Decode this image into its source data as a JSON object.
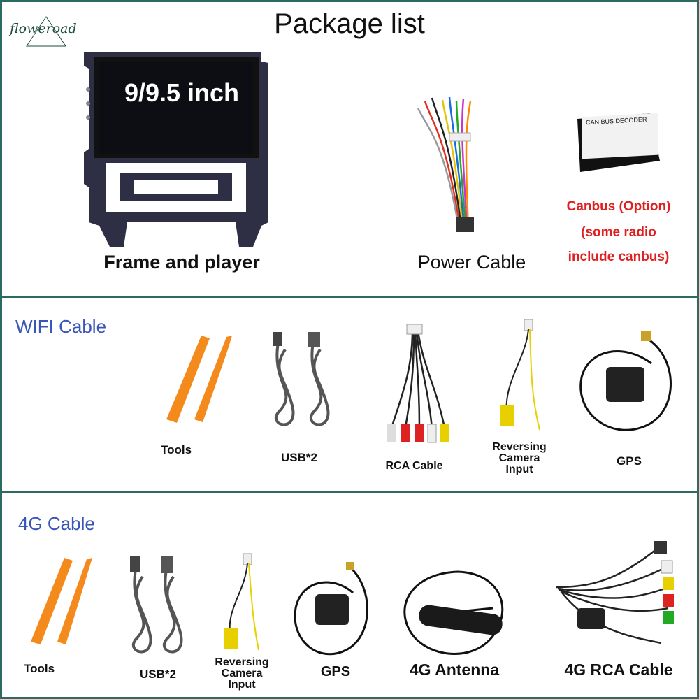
{
  "header": {
    "brand": "floweroad",
    "title": "Package list"
  },
  "top": {
    "screen_size": "9/9.5 inch",
    "frame_label": "Frame and player",
    "power_cable_label": "Power Cable",
    "decoder_text": "CAN BUS DECODER",
    "canbus_lines": [
      "Canbus (Option)",
      "(some radio",
      "include canbus)"
    ]
  },
  "wifi": {
    "title": "WIFI Cable",
    "items": [
      "Tools",
      "USB*2",
      "RCA Cable",
      "Reversing",
      "Camera",
      "Input",
      "GPS"
    ]
  },
  "g4": {
    "title": "4G Cable",
    "items": [
      "Tools",
      "USB*2",
      "Reversing",
      "Camera",
      "Input",
      "GPS",
      "4G Antenna",
      "4G RCA Cable"
    ]
  },
  "colors": {
    "border": "#2c6b5f",
    "section_title": "#3955b8",
    "canbus_text": "#e02020",
    "tool_orange": "#f58a1c"
  }
}
